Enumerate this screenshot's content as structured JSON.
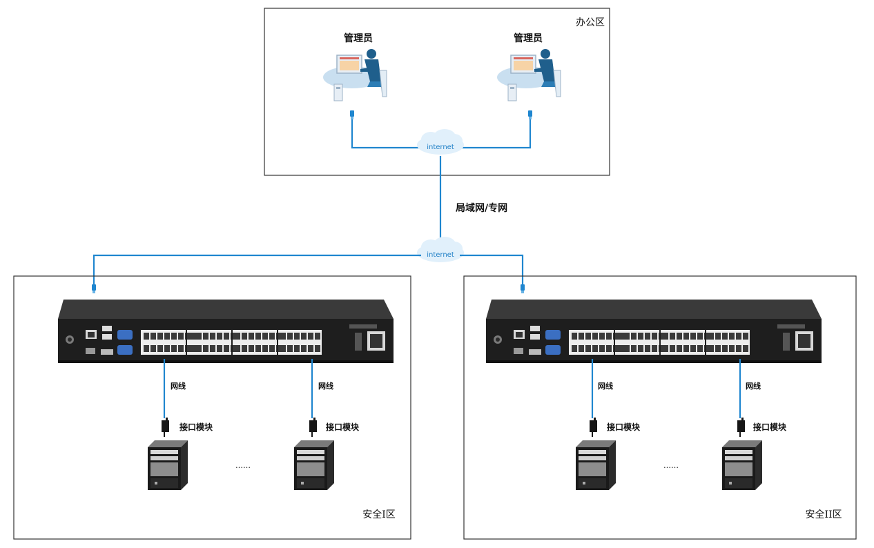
{
  "office_zone": {
    "title": "办公区",
    "admins": [
      {
        "label": "管理员"
      },
      {
        "label": "管理员"
      }
    ]
  },
  "clouds": {
    "top": "internet",
    "middle": "internet"
  },
  "network_link_label": "局域网/专网",
  "zones": [
    {
      "title": "安全I区",
      "cable_labels": [
        "网线",
        "网线"
      ],
      "module_labels": [
        "接口模块",
        "接口模块"
      ],
      "ellipsis": "……"
    },
    {
      "title": "安全II区",
      "cable_labels": [
        "网线",
        "网线"
      ],
      "module_labels": [
        "接口模块",
        "接口模块"
      ],
      "ellipsis": "……"
    }
  ],
  "colors": {
    "line": "#1f86cf",
    "box_border": "#333333",
    "device_body": "#2b2b2b"
  }
}
